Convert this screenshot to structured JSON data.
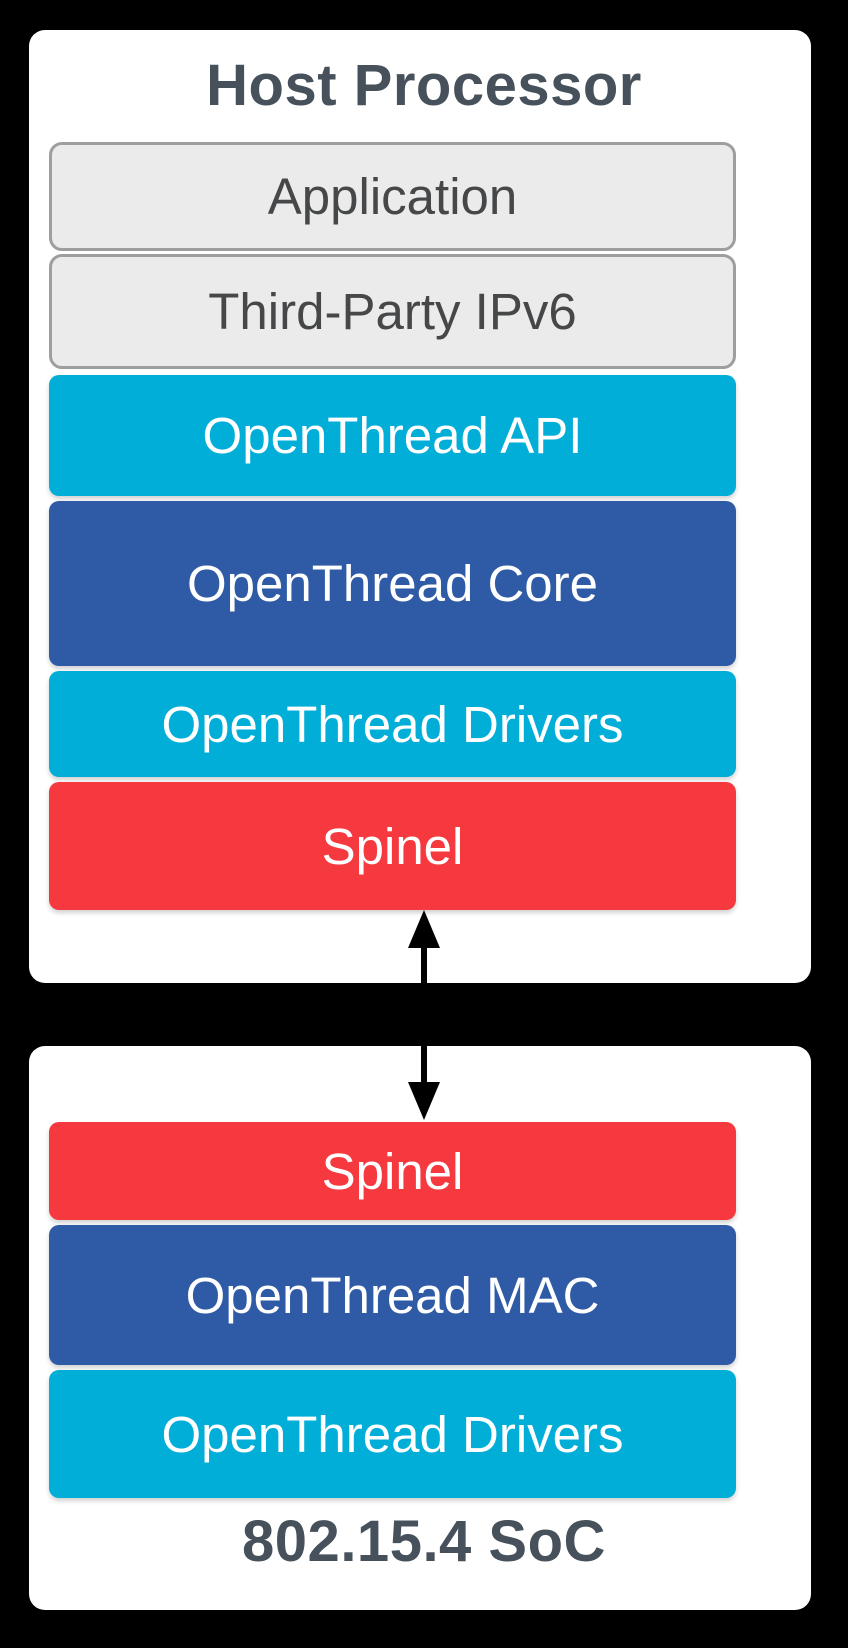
{
  "diagram": {
    "host_processor": {
      "title": "Host Processor",
      "layers": [
        {
          "label": "Application",
          "style": "gray"
        },
        {
          "label": "Third-Party IPv6",
          "style": "gray"
        },
        {
          "label": "OpenThread API",
          "style": "cyan"
        },
        {
          "label": "OpenThread Core",
          "style": "blue"
        },
        {
          "label": "OpenThread Drivers",
          "style": "cyan"
        },
        {
          "label": "Spinel",
          "style": "red"
        }
      ]
    },
    "soc": {
      "title": "802.15.4 SoC",
      "layers": [
        {
          "label": "Spinel",
          "style": "red"
        },
        {
          "label": "OpenThread MAC",
          "style": "blue"
        },
        {
          "label": "OpenThread Drivers",
          "style": "cyan"
        }
      ]
    },
    "connector": {
      "type": "arrow",
      "direction": "bidirectional",
      "connects": [
        "Spinel (Host Processor)",
        "Spinel (802.15.4 SoC)"
      ]
    }
  },
  "colors": {
    "background": "#000000",
    "card": "#ffffff",
    "cyan": "#00aed8",
    "blue": "#2f5ba6",
    "red": "#f6393e",
    "gray_fill": "#ebebeb",
    "gray_border": "#9e9e9e",
    "title_text": "#47515b",
    "gray_text": "#454749",
    "arrow": "#000000"
  }
}
